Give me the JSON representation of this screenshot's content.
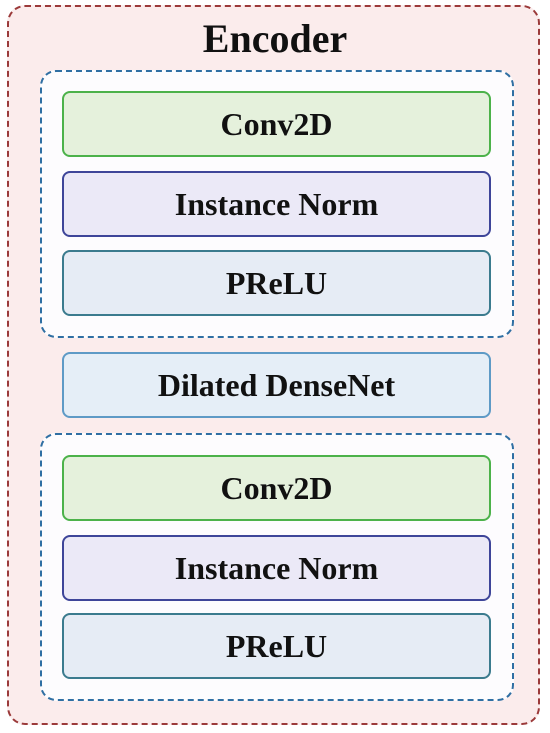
{
  "encoder": {
    "title": "Encoder",
    "group_top": {
      "conv": "Conv2D",
      "norm": "Instance Norm",
      "activation": "PReLU"
    },
    "middle": "Dilated DenseNet",
    "group_bottom": {
      "conv": "Conv2D",
      "norm": "Instance Norm",
      "activation": "PReLU"
    }
  }
}
